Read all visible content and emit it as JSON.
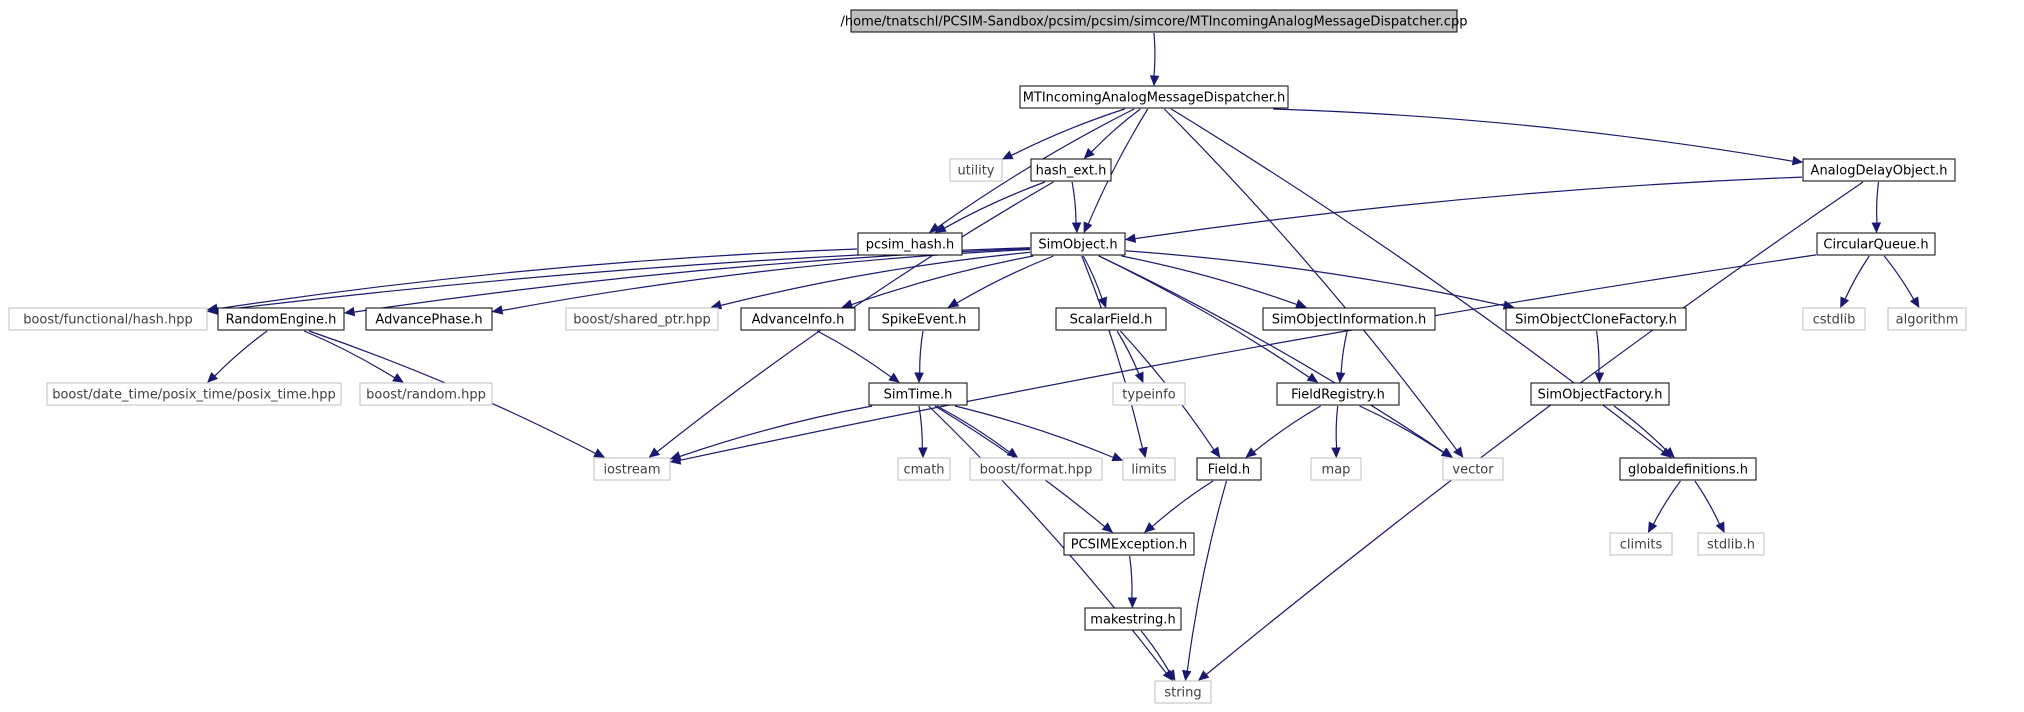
{
  "nodes": {
    "root": {
      "label": "/home/tnatschl/PCSIM-Sandbox/pcsim/pcsim/simcore/MTIncomingAnalogMessageDispatcher.cpp",
      "kind": "root"
    },
    "mtimd": {
      "label": "MTIncomingAnalogMessageDispatcher.h",
      "kind": "doc"
    },
    "utility": {
      "label": "utility",
      "kind": "sys"
    },
    "hash_ext": {
      "label": "hash_ext.h",
      "kind": "doc"
    },
    "analogdelay": {
      "label": "AnalogDelayObject.h",
      "kind": "doc"
    },
    "pcsim_hash": {
      "label": "pcsim_hash.h",
      "kind": "doc"
    },
    "simobject": {
      "label": "SimObject.h",
      "kind": "doc"
    },
    "circularqueue": {
      "label": "CircularQueue.h",
      "kind": "doc"
    },
    "boost_hash": {
      "label": "boost/functional/hash.hpp",
      "kind": "sys"
    },
    "randomengine": {
      "label": "RandomEngine.h",
      "kind": "doc"
    },
    "advancephase": {
      "label": "AdvancePhase.h",
      "kind": "doc"
    },
    "boost_shared": {
      "label": "boost/shared_ptr.hpp",
      "kind": "sys"
    },
    "advanceinfo": {
      "label": "AdvanceInfo.h",
      "kind": "doc"
    },
    "spikeevent": {
      "label": "SpikeEvent.h",
      "kind": "doc"
    },
    "scalarfield": {
      "label": "ScalarField.h",
      "kind": "doc"
    },
    "simobjinfo": {
      "label": "SimObjectInformation.h",
      "kind": "doc"
    },
    "clonefactory": {
      "label": "SimObjectCloneFactory.h",
      "kind": "doc"
    },
    "cstdlib": {
      "label": "cstdlib",
      "kind": "sys"
    },
    "algorithm": {
      "label": "algorithm",
      "kind": "sys"
    },
    "posix_time": {
      "label": "boost/date_time/posix_time/posix_time.hpp",
      "kind": "sys"
    },
    "boost_random": {
      "label": "boost/random.hpp",
      "kind": "sys"
    },
    "simtime": {
      "label": "SimTime.h",
      "kind": "doc"
    },
    "typeinfo": {
      "label": "typeinfo",
      "kind": "sys"
    },
    "fieldregistry": {
      "label": "FieldRegistry.h",
      "kind": "doc"
    },
    "simobjfactory": {
      "label": "SimObjectFactory.h",
      "kind": "doc"
    },
    "iostream": {
      "label": "iostream",
      "kind": "sys"
    },
    "cmath": {
      "label": "cmath",
      "kind": "sys"
    },
    "boost_format": {
      "label": "boost/format.hpp",
      "kind": "sys"
    },
    "limits": {
      "label": "limits",
      "kind": "sys"
    },
    "field": {
      "label": "Field.h",
      "kind": "doc"
    },
    "map": {
      "label": "map",
      "kind": "sys"
    },
    "vector": {
      "label": "vector",
      "kind": "sys"
    },
    "globaldefs": {
      "label": "globaldefinitions.h",
      "kind": "doc"
    },
    "climits": {
      "label": "climits",
      "kind": "sys"
    },
    "stdlib": {
      "label": "stdlib.h",
      "kind": "sys"
    },
    "pcsimexception": {
      "label": "PCSIMException.h",
      "kind": "doc"
    },
    "makestring": {
      "label": "makestring.h",
      "kind": "doc"
    },
    "string": {
      "label": "string",
      "kind": "sys"
    }
  },
  "edges": [
    [
      "root",
      "mtimd"
    ],
    [
      "mtimd",
      "utility"
    ],
    [
      "mtimd",
      "hash_ext"
    ],
    [
      "mtimd",
      "analogdelay"
    ],
    [
      "mtimd",
      "pcsim_hash"
    ],
    [
      "mtimd",
      "simobject"
    ],
    [
      "mtimd",
      "vector"
    ],
    [
      "mtimd",
      "globaldefs"
    ],
    [
      "hash_ext",
      "pcsim_hash"
    ],
    [
      "hash_ext",
      "simobject"
    ],
    [
      "hash_ext",
      "iostream"
    ],
    [
      "pcsim_hash",
      "boost_hash"
    ],
    [
      "analogdelay",
      "simobject"
    ],
    [
      "analogdelay",
      "circularqueue"
    ],
    [
      "analogdelay",
      "string"
    ],
    [
      "circularqueue",
      "cstdlib"
    ],
    [
      "circularqueue",
      "algorithm"
    ],
    [
      "circularqueue",
      "iostream"
    ],
    [
      "simobject",
      "boost_hash"
    ],
    [
      "simobject",
      "randomengine"
    ],
    [
      "simobject",
      "advancephase"
    ],
    [
      "simobject",
      "boost_shared"
    ],
    [
      "simobject",
      "advanceinfo"
    ],
    [
      "simobject",
      "spikeevent"
    ],
    [
      "simobject",
      "scalarfield"
    ],
    [
      "simobject",
      "simobjinfo"
    ],
    [
      "simobject",
      "clonefactory"
    ],
    [
      "simobject",
      "fieldregistry"
    ],
    [
      "simobject",
      "limits"
    ],
    [
      "simobject",
      "vector"
    ],
    [
      "randomengine",
      "posix_time"
    ],
    [
      "randomengine",
      "boost_random"
    ],
    [
      "randomengine",
      "iostream"
    ],
    [
      "advanceinfo",
      "simtime"
    ],
    [
      "spikeevent",
      "simtime"
    ],
    [
      "scalarfield",
      "typeinfo"
    ],
    [
      "scalarfield",
      "field"
    ],
    [
      "simobjinfo",
      "fieldregistry"
    ],
    [
      "clonefactory",
      "simobjfactory"
    ],
    [
      "simobjfactory",
      "globaldefs"
    ],
    [
      "simtime",
      "iostream"
    ],
    [
      "simtime",
      "cmath"
    ],
    [
      "simtime",
      "boost_format"
    ],
    [
      "simtime",
      "limits"
    ],
    [
      "simtime",
      "pcsimexception"
    ],
    [
      "simtime",
      "string"
    ],
    [
      "fieldregistry",
      "field"
    ],
    [
      "fieldregistry",
      "map"
    ],
    [
      "fieldregistry",
      "vector"
    ],
    [
      "field",
      "pcsimexception"
    ],
    [
      "field",
      "string"
    ],
    [
      "globaldefs",
      "climits"
    ],
    [
      "globaldefs",
      "stdlib"
    ],
    [
      "pcsimexception",
      "makestring"
    ],
    [
      "makestring",
      "string"
    ]
  ]
}
